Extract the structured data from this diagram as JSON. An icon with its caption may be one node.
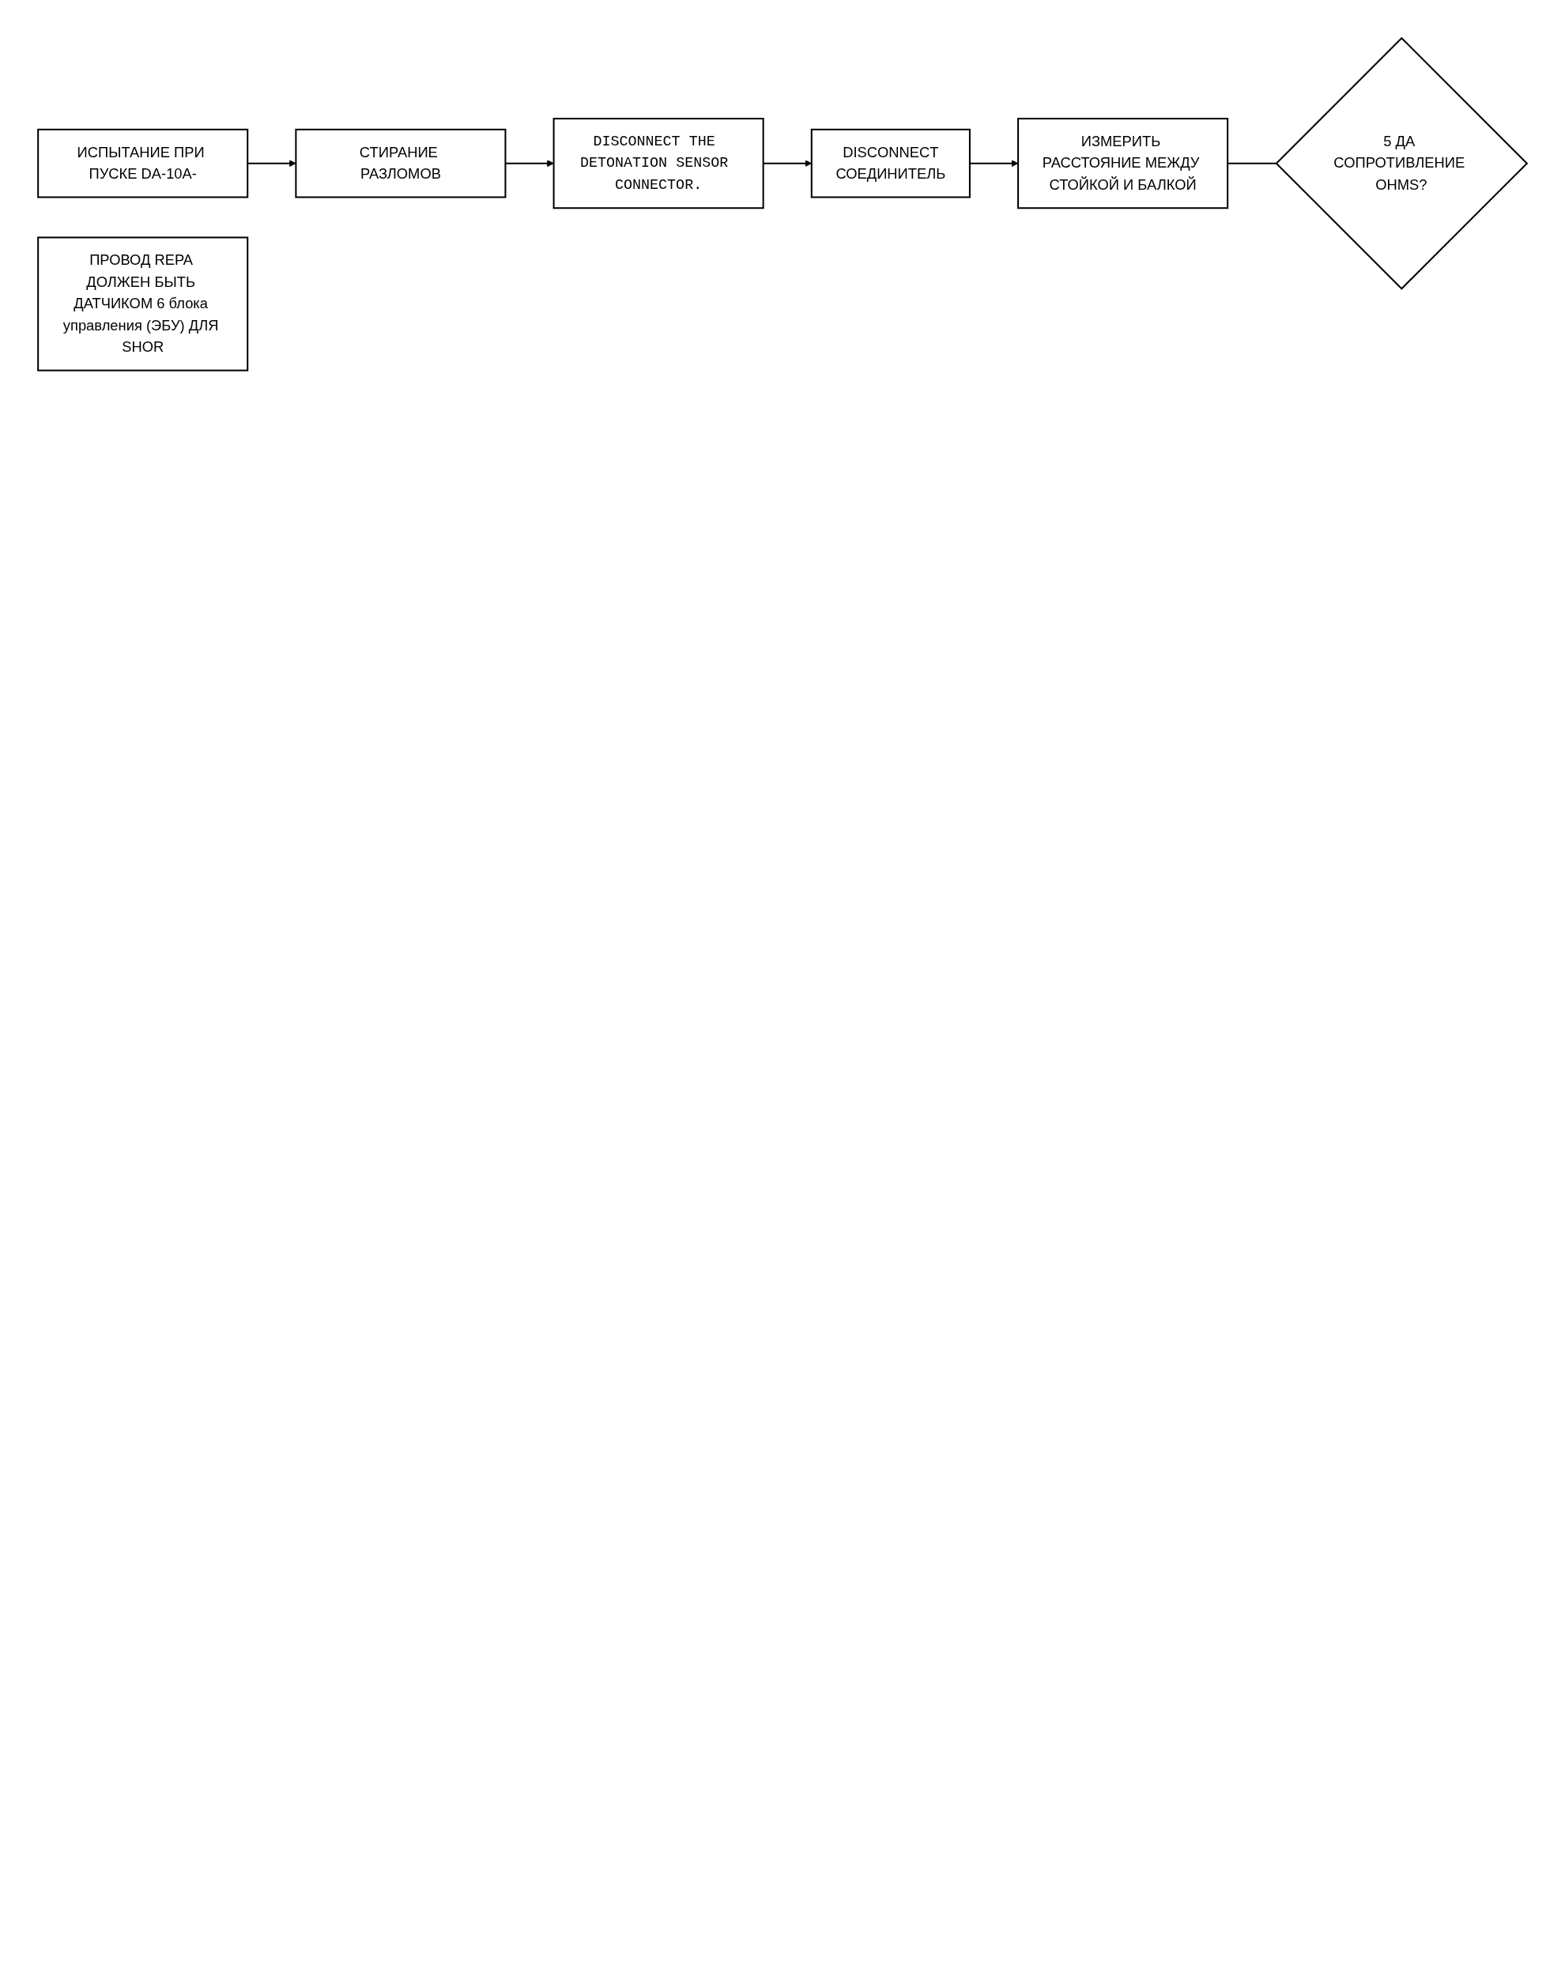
{
  "diagram": {
    "nodes": [
      {
        "text": [
          "ИСПЫТАНИЕ ПРИ ПУСКЕ DA-10A-"
        ]
      },
      {
        "text": [
          "СТИРАНИЕ РАЗЛОМОВ"
        ]
      },
      {
        "text": [
          "DISCONNECT THE DETONATION SENSOR CONNECTOR."
        ]
      },
      {
        "text": [
          "DISCONNECT",
          "СОЕДИНИТЕЛЬ"
        ]
      },
      {
        "text": [
          "ИЗМЕРИТЬ РАССТОЯНИЕ МЕЖДУ СТОЙКОЙ И БАЛКОЙ"
        ]
      },
      {
        "text": [
          "5 ДА СОПРОТИВЛЕНИЕ OHMS?"
        ]
      },
      {
        "text": [
          "ПРОВОД REPA ДОЛЖЕН БЫТЬ ДАТЧИКОМ 6 блока управления (ЭБУ) ДЛЯ SHOR"
        ]
      }
    ],
    "edges": [
      {
        "from": 0,
        "to": 1,
        "arrow": "to"
      },
      {
        "from": 1,
        "to": 2,
        "arrow": "to"
      },
      {
        "from": 2,
        "to": 3,
        "arrow": "to"
      },
      {
        "from": 3,
        "to": 4,
        "arrow": "to"
      },
      {
        "from": 4,
        "to": 5,
        "arrow": "none"
      }
    ]
  }
}
